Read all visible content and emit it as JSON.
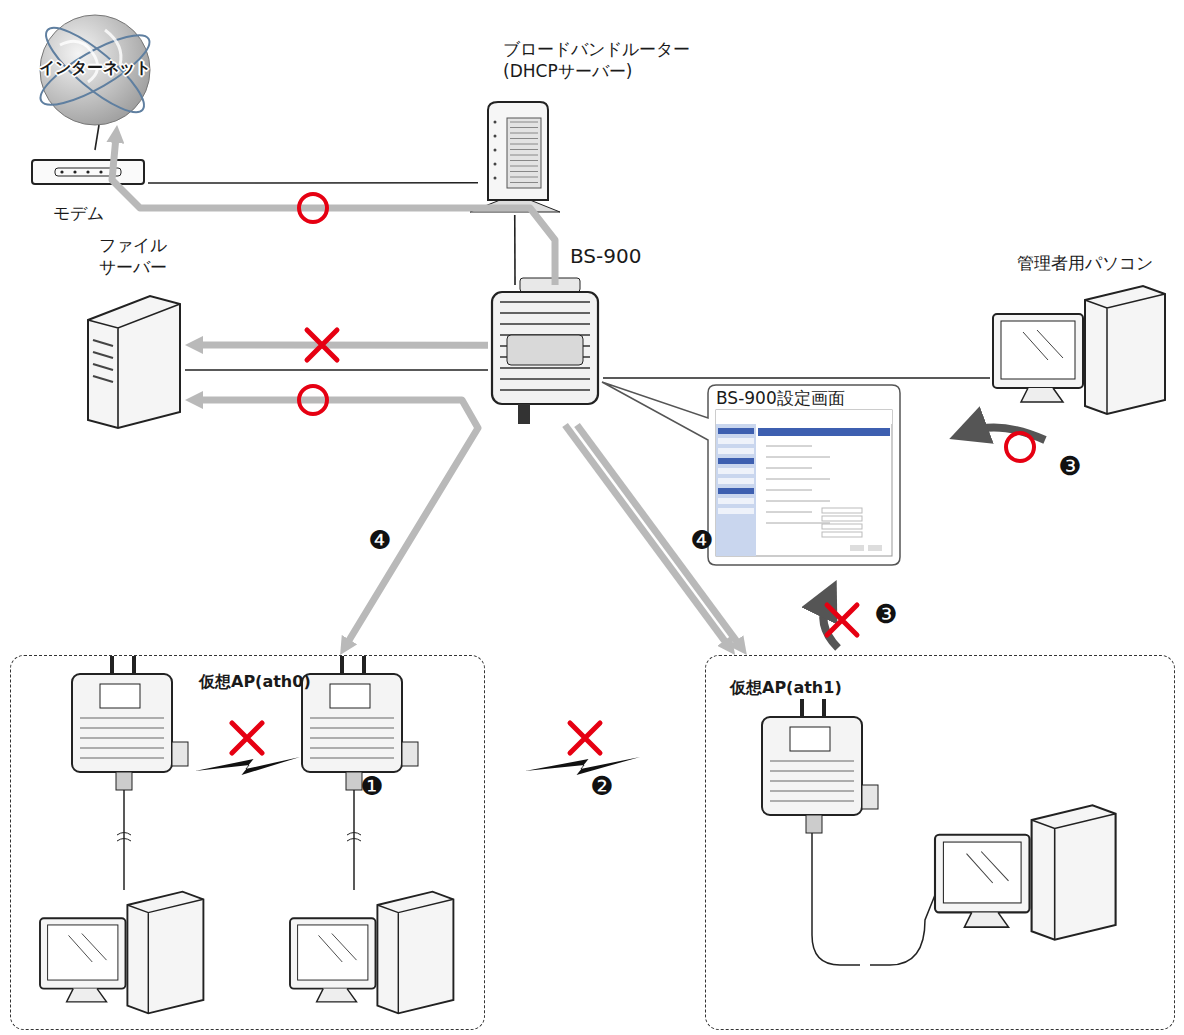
{
  "diagram": {
    "nodes": [
      {
        "text": [
          "インターネット"
        ]
      },
      {
        "text": [
          "モデム"
        ]
      },
      {
        "text": [
          "ブロードバンドルーター (DHCPサーバー)"
        ]
      },
      {
        "text": [
          "BS-900"
        ]
      },
      {
        "text": [
          "ファイル サーバー"
        ]
      },
      {
        "text": [
          "管理者用パソコン"
        ]
      },
      {
        "text": [
          "BS-900設定画面"
        ]
      },
      {
        "text": [
          "仮想AP(ath0)"
        ]
      },
      {
        "text": [
          "仮想AP(ath1)"
        ]
      }
    ],
    "edges": [
      {
        "from": 0,
        "to": 1,
        "arrow": "none"
      },
      {
        "from": 1,
        "to": 2,
        "arrow": "none"
      },
      {
        "from": 2,
        "to": 3,
        "arrow": "none"
      },
      {
        "from": 3,
        "to": 4,
        "arrow": "none"
      },
      {
        "from": 3,
        "to": 5,
        "arrow": "none"
      },
      {
        "from": 3,
        "to": 0,
        "arrow": "to"
      },
      {
        "from": 3,
        "to": 4,
        "arrow": "to"
      },
      {
        "from": 7,
        "to": 4,
        "arrow": "both"
      },
      {
        "from": 3,
        "to": 8,
        "arrow": "to"
      },
      {
        "from": 3,
        "to": 8,
        "arrow": "to"
      }
    ],
    "labels": [
      "❶",
      "❷",
      "❸",
      "❸",
      "❹",
      "❹"
    ]
  }
}
